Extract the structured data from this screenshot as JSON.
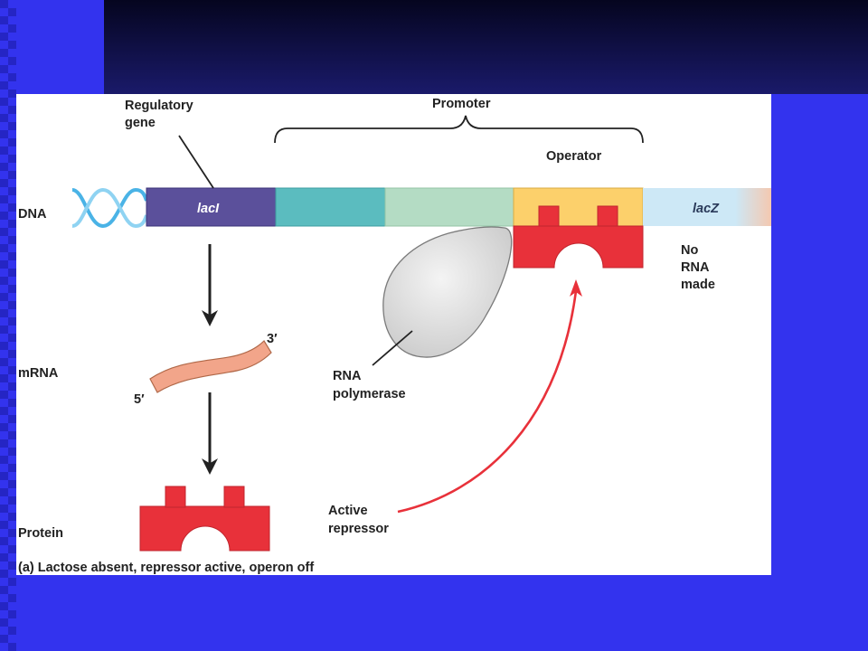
{
  "colors": {
    "slide_blue": "#3333ee",
    "slide_dark": "#0a0a2e",
    "lacI": "#5b509b",
    "promoter_teal": "#5bbcbf",
    "promoter_green": "#b4dcc4",
    "operator": "#fcd06b",
    "lacZ": "#cde8f6",
    "repressor": "#e8313a",
    "mrna": "#f2a58a",
    "polymerase": "#e2e2e2",
    "signal_arrow": "#e8313a",
    "dna_helix": "#4ab3e6"
  },
  "icons": [
    "dna-helix-icon",
    "rna-polymerase-shape",
    "repressor-protein-shape",
    "mrna-strand-shape"
  ],
  "labels": {
    "regulatory_gene_line1": "Regulatory",
    "regulatory_gene_line2": "gene",
    "promoter": "Promoter",
    "operator": "Operator",
    "dna": "DNA",
    "lacI": "lacI",
    "lacZ": "lacZ",
    "no_rna_line1": "No",
    "no_rna_line2": "RNA",
    "no_rna_line3": "made",
    "mrna": "mRNA",
    "three_prime": "3′",
    "five_prime": "5′",
    "rna_polymerase_line1": "RNA",
    "rna_polymerase_line2": "polymerase",
    "protein": "Protein",
    "active_repressor_line1": "Active",
    "active_repressor_line2": "repressor",
    "caption": "(a) Lactose absent, repressor active, operon off"
  }
}
